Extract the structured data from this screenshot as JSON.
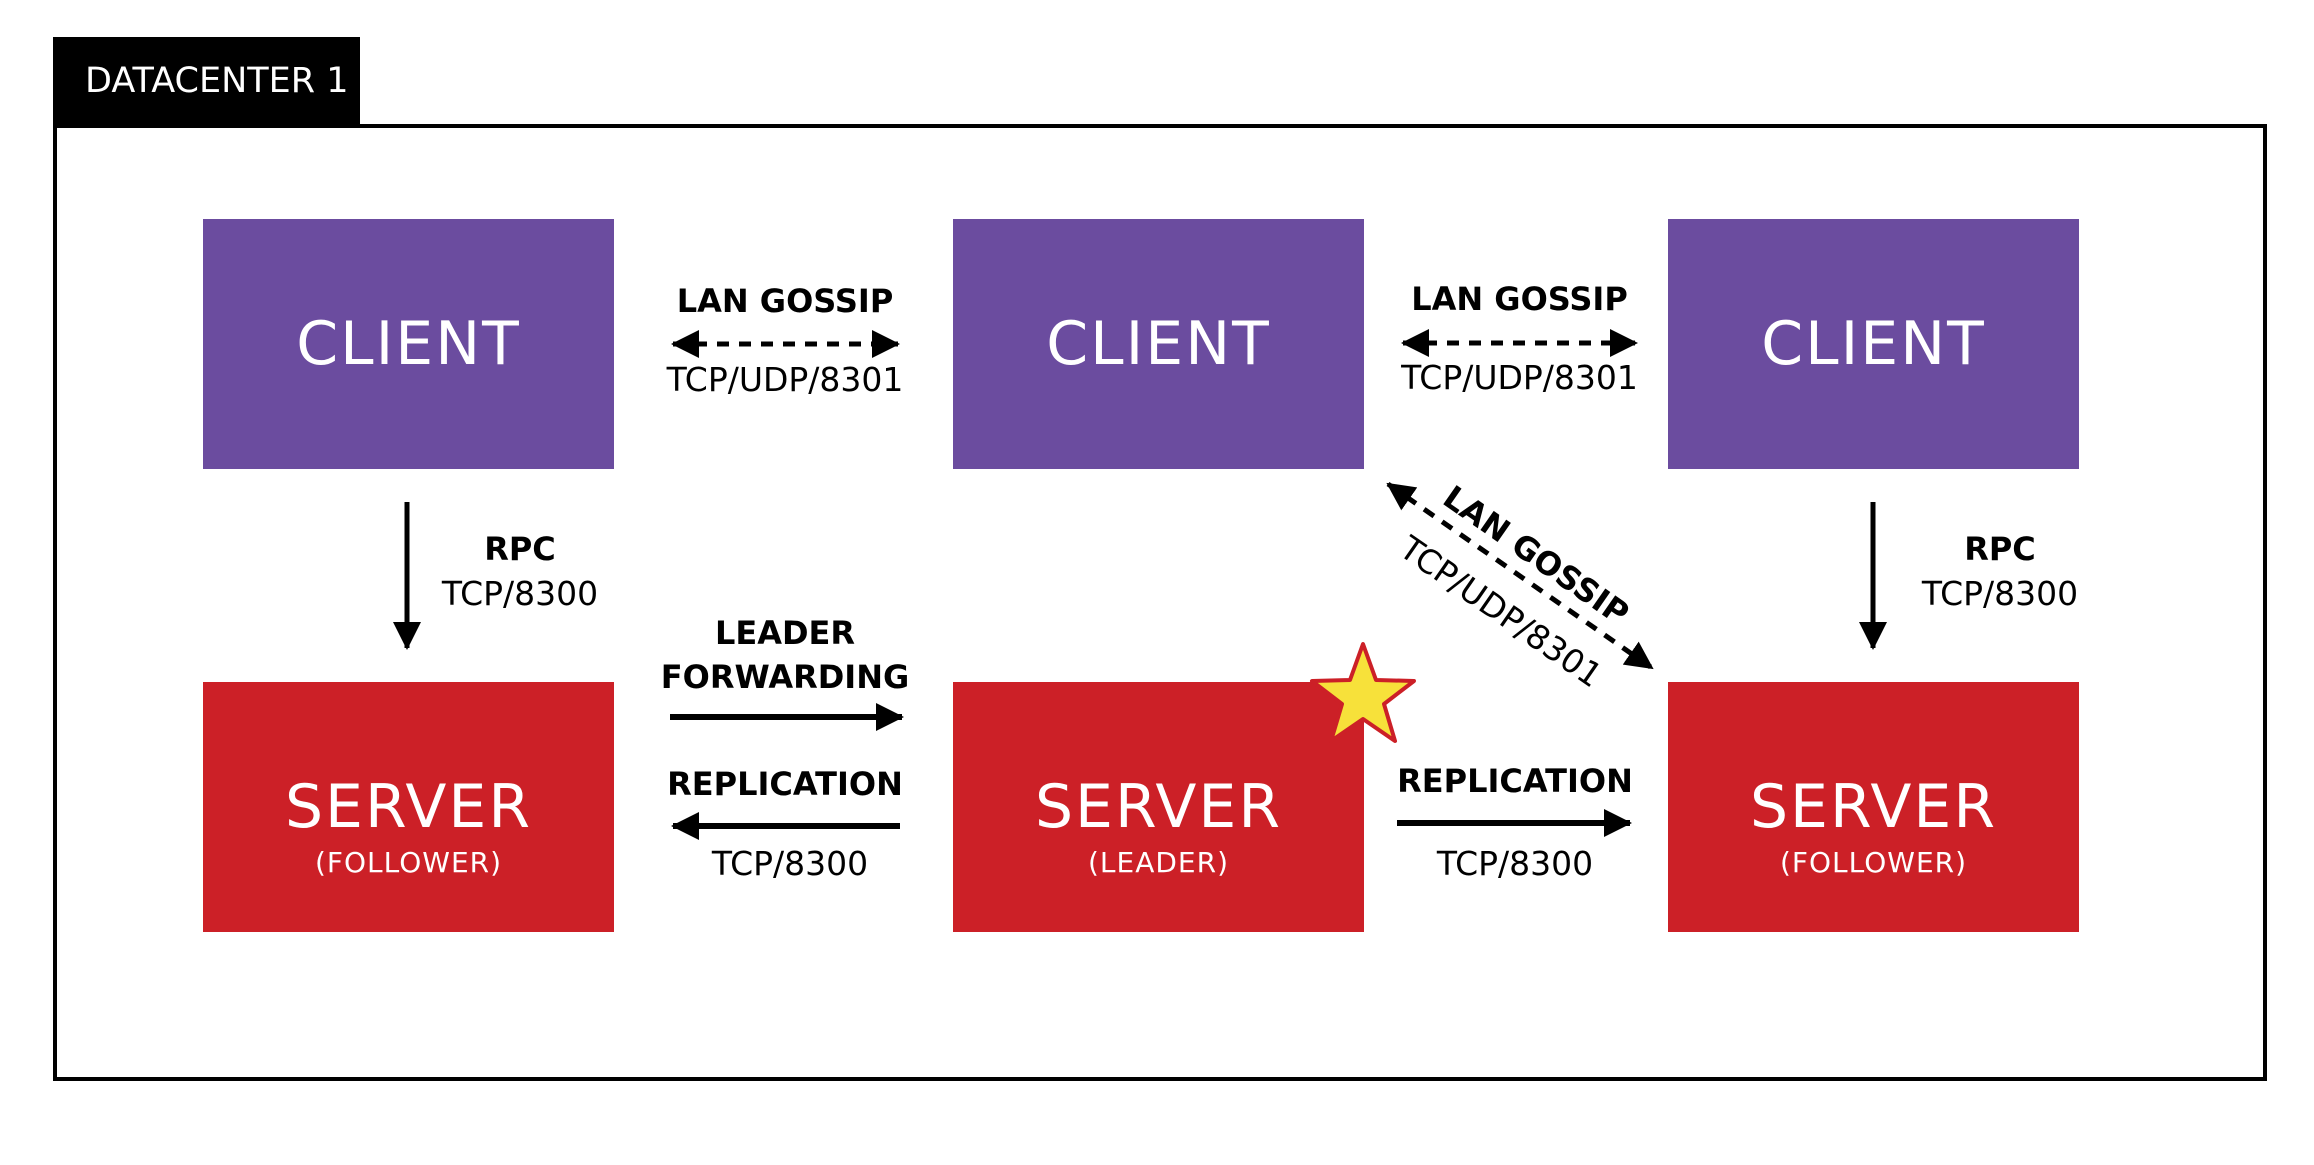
{
  "datacenter": {
    "label": "DATACENTER 1"
  },
  "nodes": {
    "client_left": {
      "title": "CLIENT"
    },
    "client_mid": {
      "title": "CLIENT"
    },
    "client_right": {
      "title": "CLIENT"
    },
    "server_left": {
      "title": "SERVER",
      "role": "(FOLLOWER)"
    },
    "server_mid": {
      "title": "SERVER",
      "role": "(LEADER)"
    },
    "server_right": {
      "title": "SERVER",
      "role": "(FOLLOWER)"
    }
  },
  "links": {
    "gossip_left": {
      "title": "LAN GOSSIP",
      "port": "TCP/UDP/8301"
    },
    "gossip_right": {
      "title": "LAN GOSSIP",
      "port": "TCP/UDP/8301"
    },
    "gossip_diagonal": {
      "title": "LAN GOSSIP",
      "port": "TCP/UDP/8301"
    },
    "rpc_left": {
      "title": "RPC",
      "port": "TCP/8300"
    },
    "rpc_right": {
      "title": "RPC",
      "port": "TCP/8300"
    },
    "leader_forwarding": {
      "title_line1": "LEADER",
      "title_line2": "FORWARDING"
    },
    "replication_left": {
      "title": "REPLICATION",
      "port": "TCP/8300"
    },
    "replication_right": {
      "title": "REPLICATION",
      "port": "TCP/8300"
    }
  },
  "colors": {
    "client": "#6b4c9f",
    "server": "#cc2027",
    "leader_star_fill": "#f7e13a",
    "leader_star_stroke": "#cc2027",
    "frame": "#000000"
  },
  "icons": {
    "leader_marker": "star-icon"
  }
}
